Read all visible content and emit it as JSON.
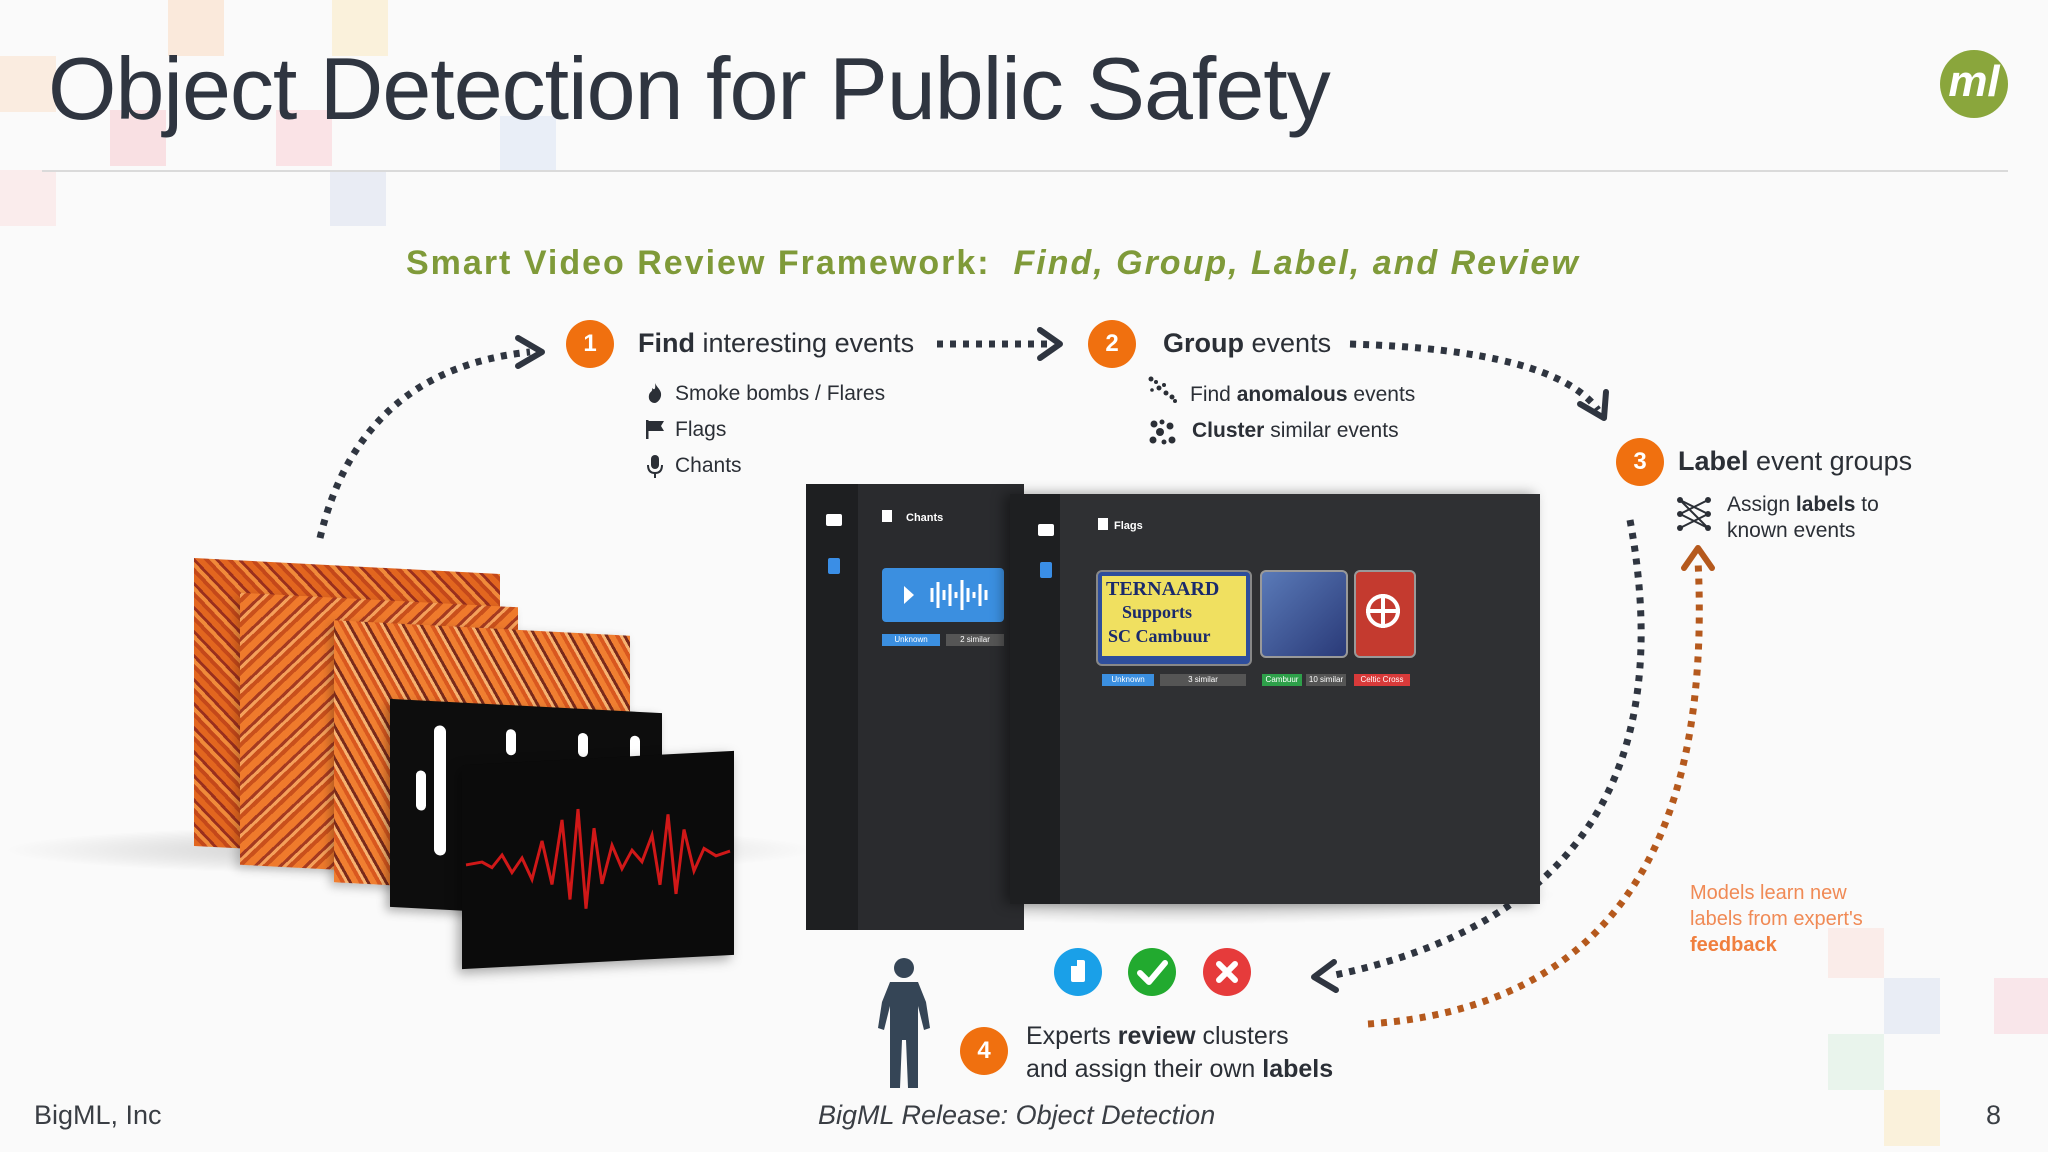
{
  "title": "Object Detection for Public Safety",
  "logo": "ml",
  "subtitle_lead": "Smart Video Review Framework:",
  "subtitle_em": "Find, Group, Label, and Review",
  "step1": {
    "num": "1",
    "bold": "Find",
    "rest": "interesting events",
    "items": [
      {
        "icon": "flame-icon",
        "label": "Smoke bombs / Flares"
      },
      {
        "icon": "flag-icon",
        "label": "Flags"
      },
      {
        "icon": "microphone-icon",
        "label": "Chants"
      }
    ]
  },
  "step2": {
    "num": "2",
    "bold": "Group",
    "rest": "events",
    "item1_pre": "Find",
    "item1_bold": "anomalous",
    "item1_post": "events",
    "item2_bold": "Cluster",
    "item2_post": "similar events"
  },
  "step3": {
    "num": "3",
    "bold": "Label",
    "rest": "event groups",
    "item_pre": "Assign",
    "item_bold": "labels",
    "item_post": "to",
    "item_line2": "known events"
  },
  "step4": {
    "num": "4",
    "line1_pre": "Experts",
    "line1_bold": "review",
    "line1_post": "clusters",
    "line2_pre": "and assign their own",
    "line2_bold": "labels"
  },
  "models_note": {
    "line1": "Models learn new",
    "line2": "labels from expert's",
    "line3": "feedback"
  },
  "screens": {
    "panel1_header": "Chants",
    "panel1_tags": [
      "Unknown",
      "2 similar"
    ],
    "panel2_header": "Flags",
    "banner_line1": "TERNAARD",
    "banner_line2": "Supports",
    "banner_line3": "SC Cambuur",
    "panel2_tags": [
      "Unknown",
      "3 similar",
      "Cambuur",
      "10 similar",
      "Celtic Cross"
    ]
  },
  "footer": {
    "left": "BigML, Inc",
    "center": "BigML Release: Object Detection",
    "page": "8"
  },
  "colors": {
    "accent_orange": "#f0700f",
    "subtitle_green": "#7f9a39",
    "approve_green": "#22aa2f",
    "reject_red": "#e63b3b",
    "info_blue": "#1aa0e8",
    "feedback_brown": "#b5591d"
  }
}
